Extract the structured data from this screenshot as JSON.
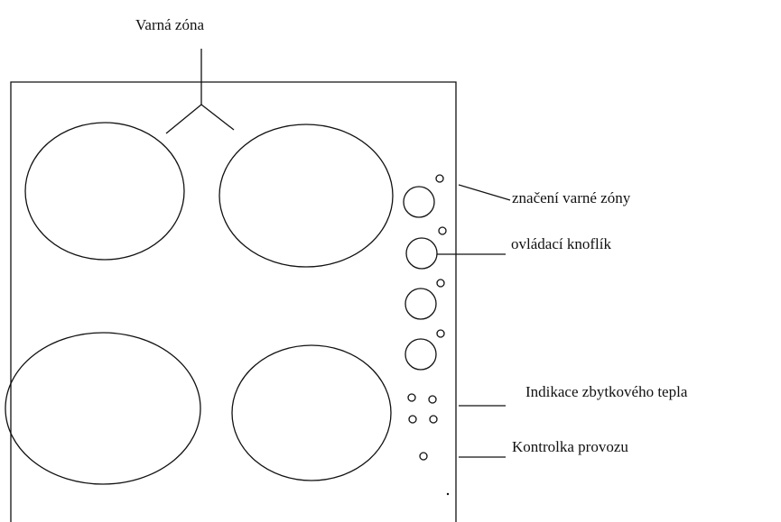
{
  "labels": {
    "cooking_zone": "Varná zóna",
    "zone_marking": "značení varné zóny",
    "control_knob": "ovládací knoflík",
    "residual_heat": "Indikace zbytkového tepla",
    "operation_light": "Kontrolka provozu"
  },
  "counts": {
    "cooking_zones": 4,
    "control_knobs": 4,
    "residual_heat_indicators": 4,
    "operation_lights": 1
  }
}
